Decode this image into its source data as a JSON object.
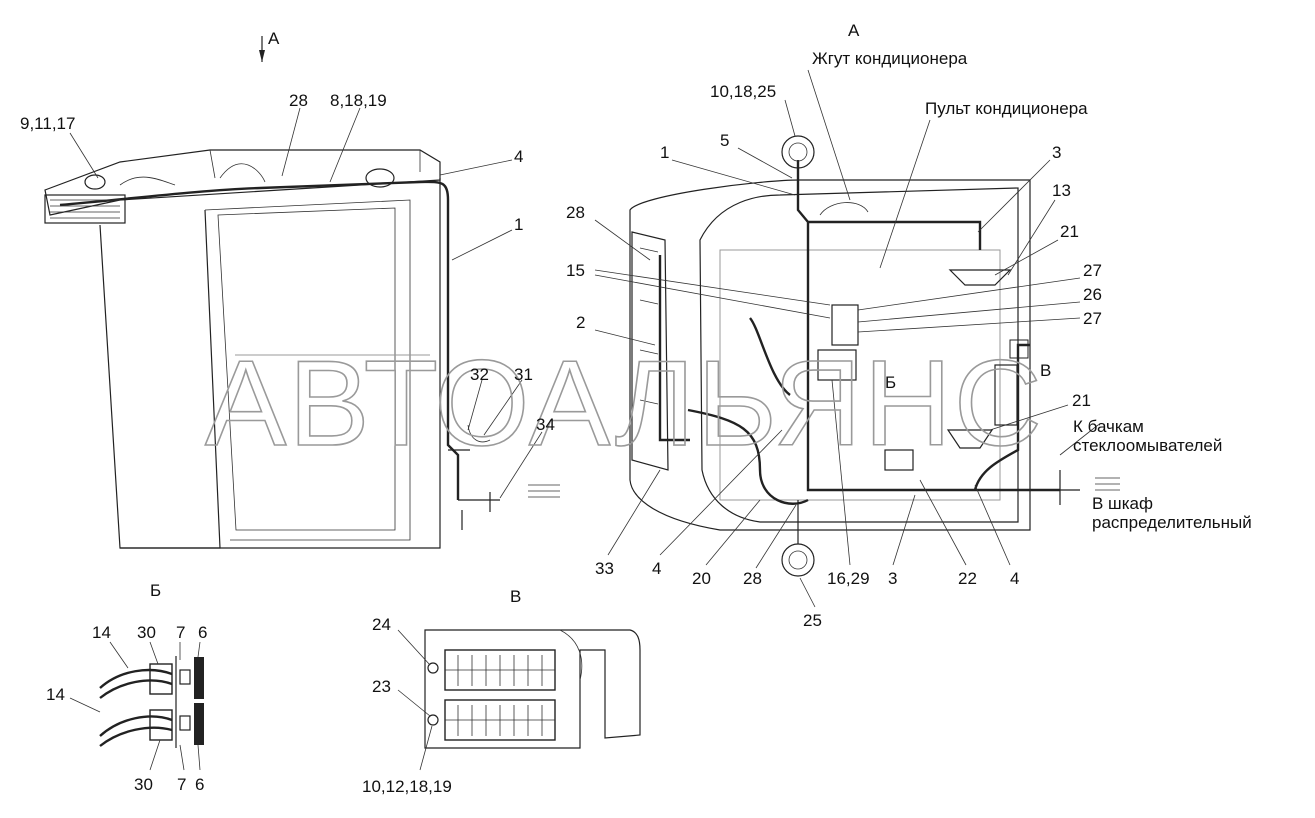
{
  "watermark": "АВТОАЛЬЯНС",
  "views": {
    "a_left": "А",
    "a_right": "А",
    "b": "Б",
    "b_mark": "Б",
    "v": "В",
    "v_mark": "В"
  },
  "annotations": {
    "harness": "Жгут кондиционера",
    "panel": "Пульт кондиционера",
    "washers_1": "К бачкам",
    "washers_2": "стеклоомывателей",
    "cabinet_1": "В шкаф",
    "cabinet_2": "распределительный"
  },
  "callouts": {
    "l_9_11_17": "9,11,17",
    "l_28": "28",
    "l_8_18_19": "8,18,19",
    "l_4": "4",
    "l_1": "1",
    "l_32": "32",
    "l_31": "31",
    "l_34": "34",
    "r_10_18_25": "10,18,25",
    "r_5": "5",
    "r_1": "1",
    "r_3_top": "3",
    "r_13": "13",
    "r_21_top": "21",
    "r_28": "28",
    "r_15": "15",
    "r_27_a": "27",
    "r_26": "26",
    "r_27_b": "27",
    "r_2": "2",
    "r_21_mid": "21",
    "r_33": "33",
    "r_4_a": "4",
    "r_20": "20",
    "r_28_b": "28",
    "r_16_29": "16,29",
    "r_3_b": "3",
    "r_22": "22",
    "r_4_b": "4",
    "r_25": "25",
    "b_14_a": "14",
    "b_30_a": "30",
    "b_7_a": "7",
    "b_6_a": "6",
    "b_14_b": "14",
    "b_30_b": "30",
    "b_7_b": "7",
    "b_6_b": "6",
    "v_24": "24",
    "v_23": "23",
    "v_10_12_18_19": "10,12,18,19"
  }
}
